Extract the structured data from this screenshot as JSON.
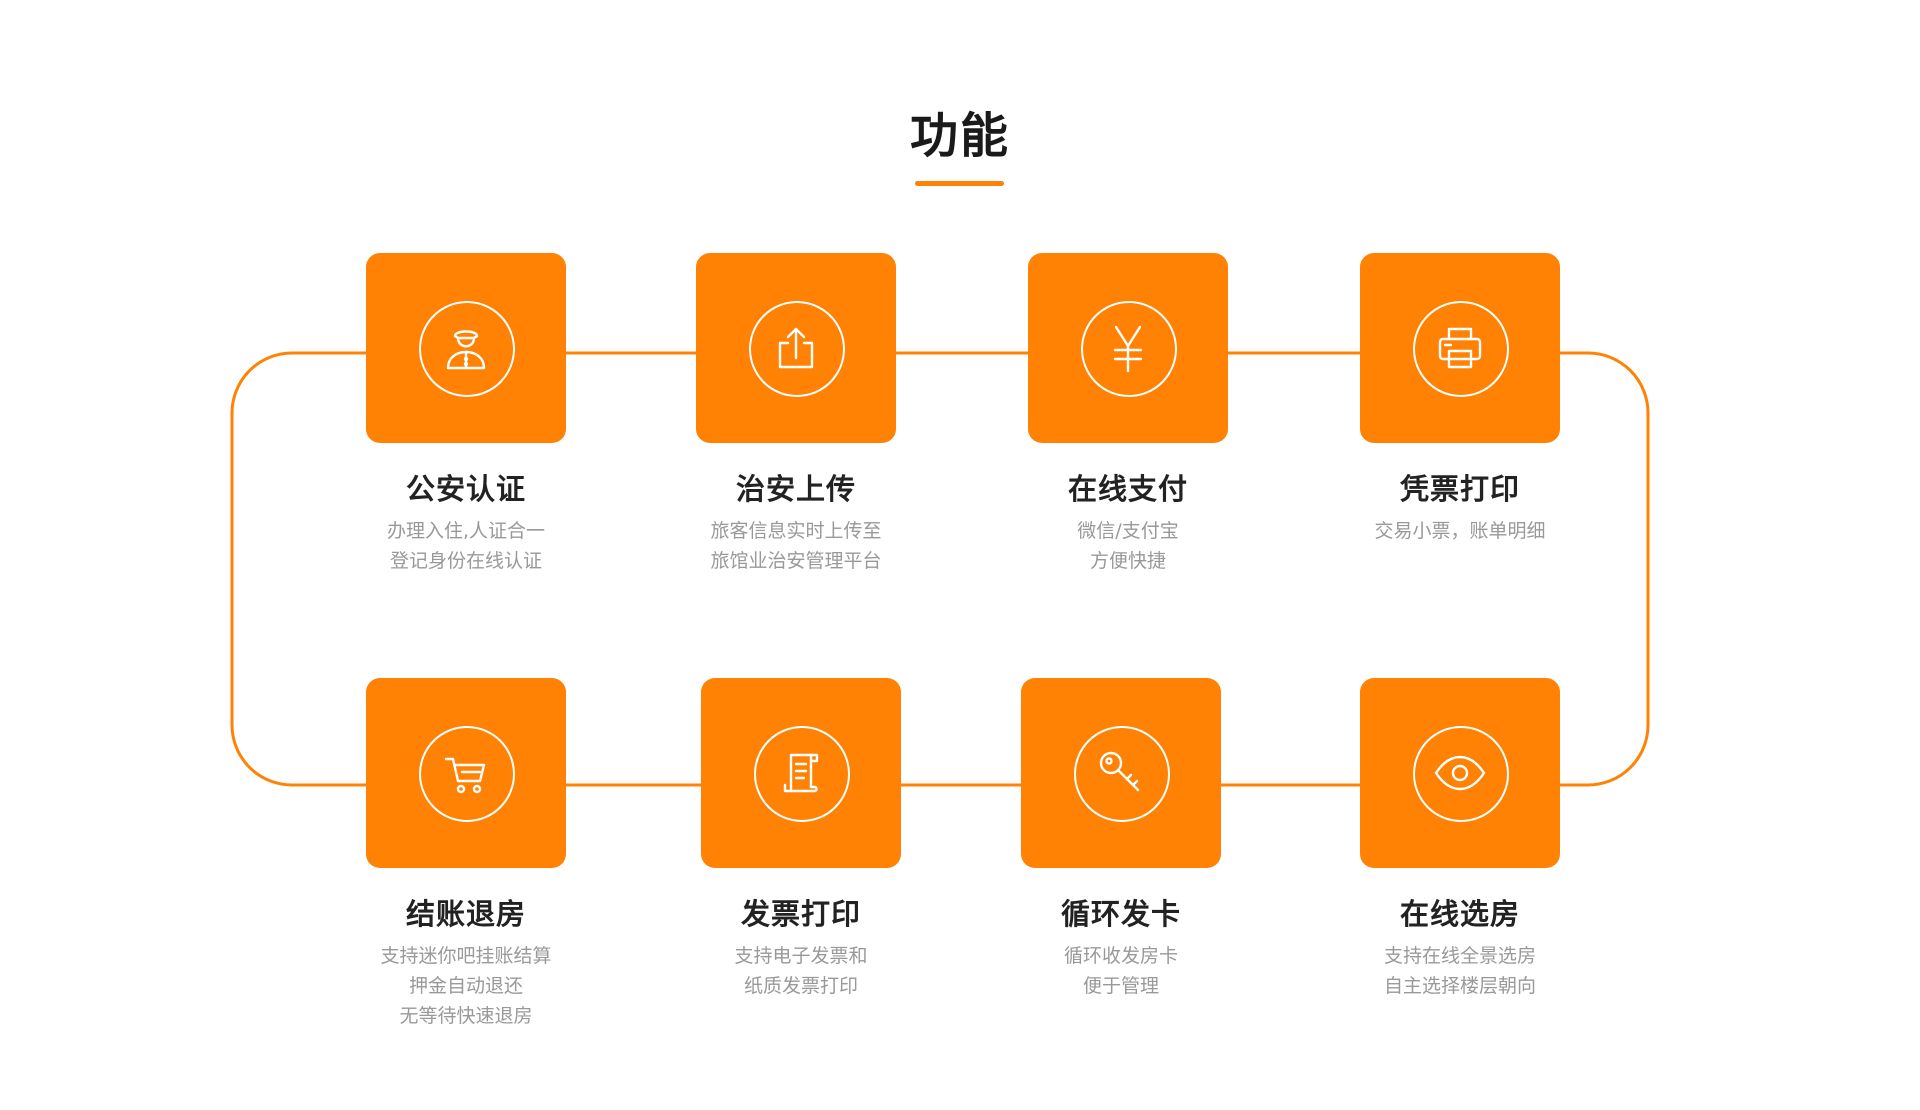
{
  "title": "功能",
  "colors": {
    "accent": "#FF8205",
    "title": "#1a1a1a",
    "name": "#222222",
    "desc": "#999999",
    "icon": "#ffffff"
  },
  "features": [
    {
      "name": "公安认证",
      "desc": [
        "办理入住,人证合一",
        "登记身份在线认证"
      ],
      "icon": "officer-icon"
    },
    {
      "name": "治安上传",
      "desc": [
        "旅客信息实时上传至",
        "旅馆业治安管理平台"
      ],
      "icon": "upload-icon"
    },
    {
      "name": "在线支付",
      "desc": [
        "微信/支付宝",
        "方便快捷"
      ],
      "icon": "yuan-icon"
    },
    {
      "name": "凭票打印",
      "desc": [
        "交易小票，账单明细"
      ],
      "icon": "printer-icon"
    },
    {
      "name": "结账退房",
      "desc": [
        "支持迷你吧挂账结算",
        "押金自动退还",
        "无等待快速退房"
      ],
      "icon": "cart-icon"
    },
    {
      "name": "发票打印",
      "desc": [
        "支持电子发票和",
        "纸质发票打印"
      ],
      "icon": "invoice-icon"
    },
    {
      "name": "循环发卡",
      "desc": [
        "循环收发房卡",
        "便于管理"
      ],
      "icon": "key-icon"
    },
    {
      "name": "在线选房",
      "desc": [
        "支持在线全景选房",
        "自主选择楼层朝向"
      ],
      "icon": "eye-icon"
    }
  ]
}
